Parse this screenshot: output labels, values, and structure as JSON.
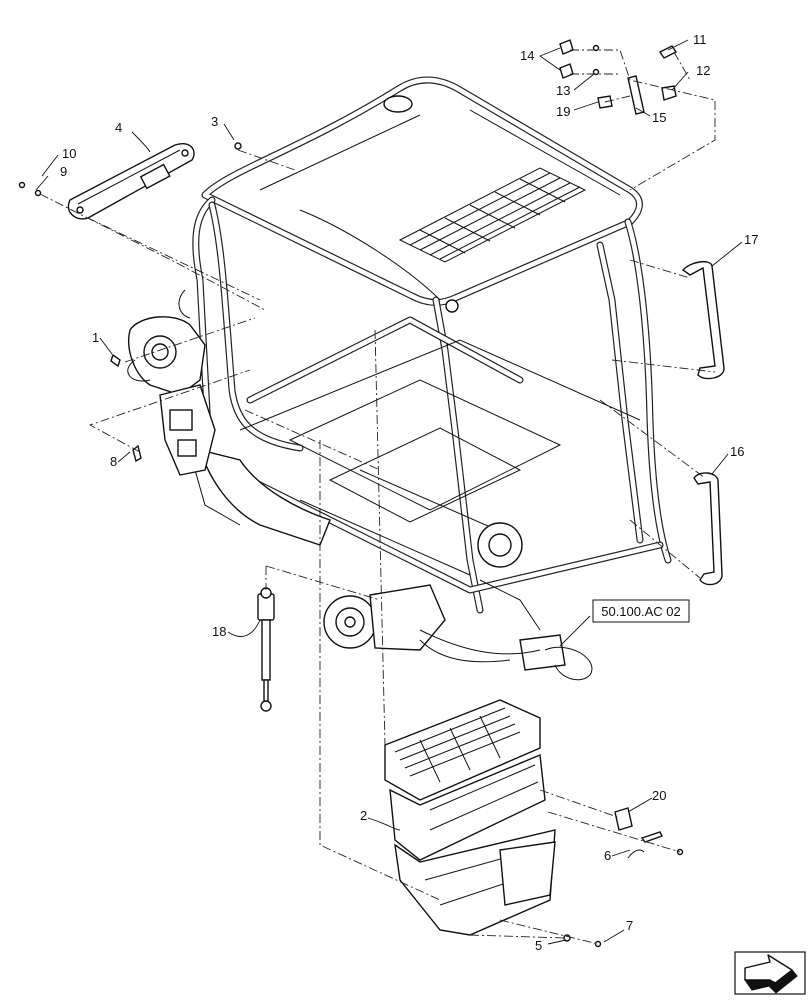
{
  "callouts": [
    {
      "id": "c1",
      "text": "1"
    },
    {
      "id": "c2",
      "text": "2"
    },
    {
      "id": "c3",
      "text": "3"
    },
    {
      "id": "c4",
      "text": "4"
    },
    {
      "id": "c5",
      "text": "5"
    },
    {
      "id": "c6",
      "text": "6"
    },
    {
      "id": "c7",
      "text": "7"
    },
    {
      "id": "c8",
      "text": "8"
    },
    {
      "id": "c9",
      "text": "9"
    },
    {
      "id": "c10",
      "text": "10"
    },
    {
      "id": "c11",
      "text": "11"
    },
    {
      "id": "c12",
      "text": "12"
    },
    {
      "id": "c13",
      "text": "13"
    },
    {
      "id": "c14",
      "text": "14"
    },
    {
      "id": "c15",
      "text": "15"
    },
    {
      "id": "c16",
      "text": "16"
    },
    {
      "id": "c17",
      "text": "17"
    },
    {
      "id": "c18",
      "text": "18"
    },
    {
      "id": "c19",
      "text": "19"
    },
    {
      "id": "c20",
      "text": "20"
    }
  ],
  "reference_box": {
    "text": "50.100.AC 02"
  },
  "nav_icon": "next-page-arrow-icon"
}
